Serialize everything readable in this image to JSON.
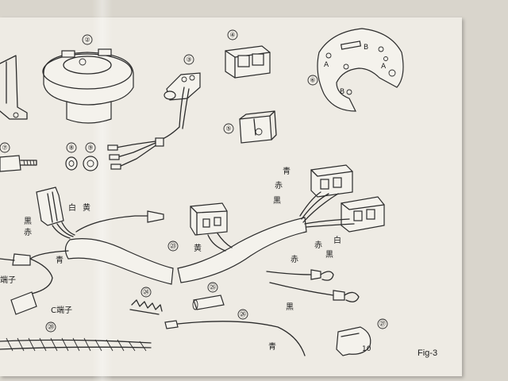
{
  "fig_label": "Fig-3",
  "parts": {
    "p2": "②",
    "p3": "③",
    "p4": "④",
    "p5": "⑤",
    "p6": "⑥",
    "p7": "⑦",
    "p8": "⑧",
    "p9": "⑨",
    "p23": "㉓",
    "p24": "㉔",
    "p25": "㉕",
    "p26": "㉖",
    "p27": "㉗",
    "p28": "㉘"
  },
  "plate_marks": {
    "a1": "A",
    "b1": "B",
    "a2": "A",
    "b2": "B"
  },
  "wires": {
    "blue": "青",
    "red": "赤",
    "black": "黒",
    "white": "白",
    "yellow": "黄"
  },
  "terminals": {
    "c_terminal": "C端子",
    "terminal": "端子"
  },
  "clip_number": "10"
}
